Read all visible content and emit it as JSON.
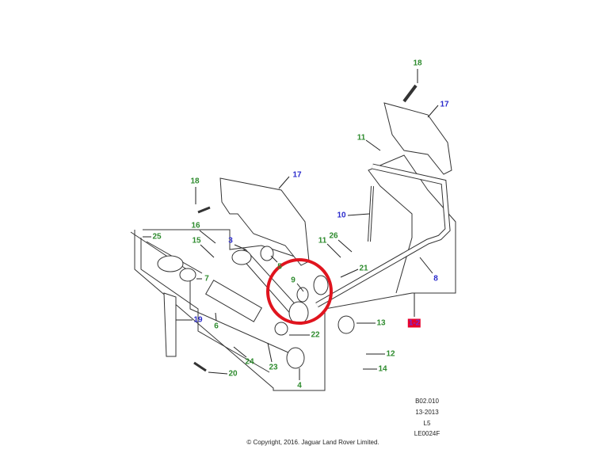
{
  "callouts": [
    {
      "id": "18",
      "color": "green"
    },
    {
      "id": "17",
      "color": "blue"
    },
    {
      "id": "11",
      "color": "green"
    },
    {
      "id": "17",
      "color": "blue"
    },
    {
      "id": "18",
      "color": "green"
    },
    {
      "id": "10",
      "color": "blue"
    },
    {
      "id": "16",
      "color": "green"
    },
    {
      "id": "25",
      "color": "green"
    },
    {
      "id": "15",
      "color": "green"
    },
    {
      "id": "3",
      "color": "blue"
    },
    {
      "id": "11",
      "color": "green"
    },
    {
      "id": "26",
      "color": "green"
    },
    {
      "id": "5",
      "color": "green"
    },
    {
      "id": "21",
      "color": "green"
    },
    {
      "id": "8",
      "color": "blue"
    },
    {
      "id": "9",
      "color": "green"
    },
    {
      "id": "7",
      "color": "green"
    },
    {
      "id": "19",
      "color": "blue"
    },
    {
      "id": "6",
      "color": "green"
    },
    {
      "id": "13",
      "color": "green"
    },
    {
      "id": "1-2",
      "color": "highlight"
    },
    {
      "id": "22",
      "color": "green"
    },
    {
      "id": "12",
      "color": "green"
    },
    {
      "id": "24",
      "color": "green"
    },
    {
      "id": "23",
      "color": "green"
    },
    {
      "id": "14",
      "color": "green"
    },
    {
      "id": "20",
      "color": "green"
    },
    {
      "id": "4",
      "color": "green"
    }
  ],
  "highlight": {
    "part": "9",
    "circle_color": "#e0141e"
  },
  "footer": {
    "ref": "B02.010",
    "date": "13-2013",
    "level": "L5",
    "code": "LE0024F"
  },
  "copyright": "© Copyright, 2016. Jaguar Land Rover Limited."
}
